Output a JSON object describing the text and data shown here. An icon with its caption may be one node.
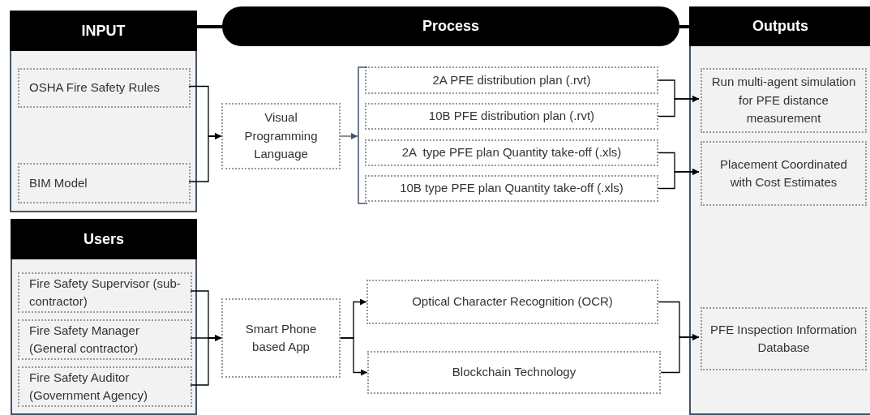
{
  "diagram": {
    "nodes": [
      {
        "text": [
          "INPUT"
        ]
      },
      {
        "text": [
          "OSHA Fire Safety Rules"
        ],
        "in": 0
      },
      {
        "text": [
          "BIM Model"
        ],
        "in": 0
      },
      {
        "text": [
          "Users"
        ]
      },
      {
        "text": [
          "Fire Safety Supervisor (sub-contractor)"
        ],
        "in": 3
      },
      {
        "text": [
          "Fire Safety Manager (General contractor)"
        ],
        "in": 3
      },
      {
        "text": [
          "Fire Safety Auditor (Government Agency)"
        ],
        "in": 3
      },
      {
        "text": [
          "Process"
        ]
      },
      {
        "text": [
          "Visual Programming Language"
        ]
      },
      {
        "text": [
          "2A PFE distribution plan (.rvt)"
        ]
      },
      {
        "text": [
          "10B PFE distribution plan (.rvt)"
        ]
      },
      {
        "text": [
          "2A  type PFE plan Quantity take-off (.xls)"
        ]
      },
      {
        "text": [
          "10B type PFE plan Quantity take-off (.xls)"
        ]
      },
      {
        "text": [
          "Outputs"
        ]
      },
      {
        "text": [
          "Run multi-agent simulation for PFE distance measurement"
        ],
        "in": 13
      },
      {
        "text": [
          "Placement Coordinated with Cost Estimates"
        ],
        "in": 13
      },
      {
        "text": [
          "Smart Phone based App"
        ]
      },
      {
        "text": [
          "Optical Character Recognition (OCR)"
        ]
      },
      {
        "text": [
          "Blockchain Technology"
        ]
      },
      {
        "text": [
          "PFE Inspection Information Database"
        ],
        "in": 13
      },
      {
        "text": [],
        "shape": "bracket"
      }
    ],
    "edges": [
      {
        "from": 0,
        "to": 7,
        "arrow": "none",
        "style": "thick"
      },
      {
        "from": 7,
        "to": 13,
        "arrow": "none",
        "style": "thick"
      },
      {
        "from": 1,
        "to": 8,
        "arrow": "to"
      },
      {
        "from": 2,
        "to": 8,
        "arrow": "to"
      },
      {
        "from": 8,
        "to": 20,
        "arrow": "to",
        "color": "#44546a"
      },
      {
        "from": 9,
        "to": 14,
        "arrow": "to"
      },
      {
        "from": 10,
        "to": 14,
        "arrow": "to"
      },
      {
        "from": 11,
        "to": 15,
        "arrow": "to"
      },
      {
        "from": 12,
        "to": 15,
        "arrow": "to"
      },
      {
        "from": 4,
        "to": 16,
        "arrow": "to"
      },
      {
        "from": 5,
        "to": 16,
        "arrow": "to"
      },
      {
        "from": 6,
        "to": 16,
        "arrow": "to"
      },
      {
        "from": 16,
        "to": 17,
        "arrow": "to"
      },
      {
        "from": 16,
        "to": 18,
        "arrow": "to"
      },
      {
        "from": 17,
        "to": 19,
        "arrow": "to"
      },
      {
        "from": 18,
        "to": 19,
        "arrow": "to"
      }
    ]
  }
}
